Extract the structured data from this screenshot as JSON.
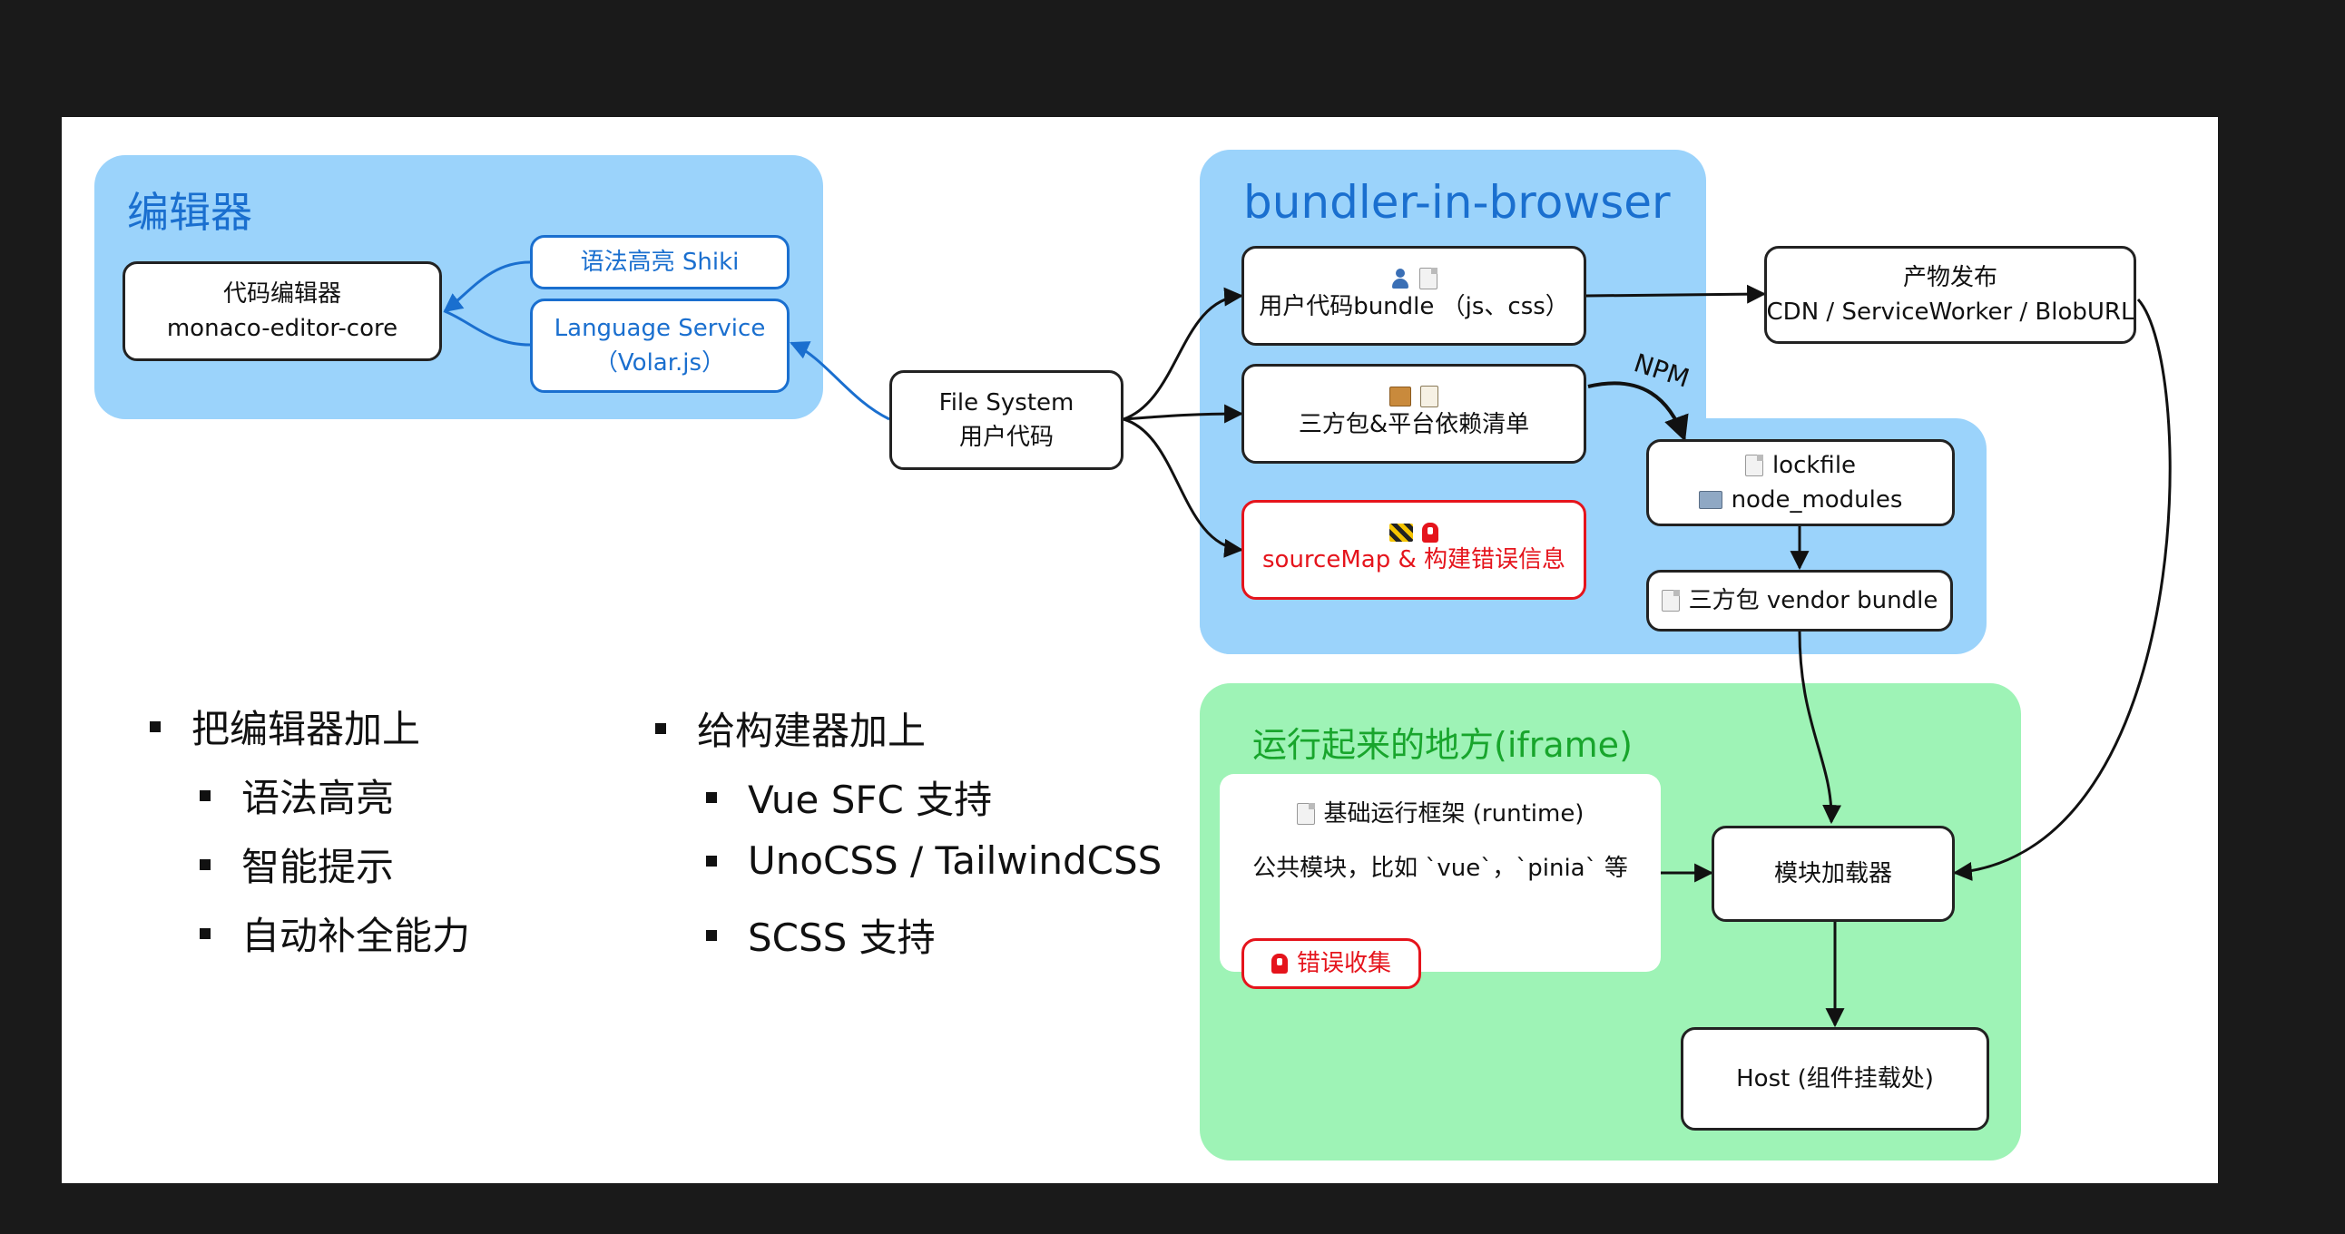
{
  "regions": {
    "editor": {
      "title": "编辑器",
      "color": "#1a6fcf"
    },
    "bundler": {
      "title": "bundler-in-browser",
      "color": "#1a6fcf"
    },
    "runtime": {
      "title": "运行起来的地方(iframe)",
      "color": "#18a52c"
    }
  },
  "nodes": {
    "code_editor": {
      "line1": "代码编辑器",
      "line2": "monaco-editor-core"
    },
    "shiki": {
      "line1": "语法高亮 Shiki"
    },
    "language_service": {
      "line1": "Language Service",
      "line2": "（Volar.js）"
    },
    "file_system": {
      "line1": "File System",
      "line2": "用户代码"
    },
    "user_bundle": {
      "line2": "用户代码bundle （js、css）",
      "icons": [
        "person-icon",
        "file-icon"
      ]
    },
    "third_party": {
      "line2": "三方包&平台依赖清单",
      "icons": [
        "package-icon",
        "clipboard-icon"
      ]
    },
    "sourcemap": {
      "line2": "sourceMap & 构建错误信息",
      "icons": [
        "warning-icon",
        "alarm-icon"
      ]
    },
    "publish": {
      "line1": "产物发布",
      "line2": "CDN / ServiceWorker / BlobURL"
    },
    "lockfile": {
      "line1": "lockfile",
      "line2": "node_modules"
    },
    "vendor_bundle": {
      "line1": "三方包 vendor bundle"
    },
    "runtime_framework": {
      "line1": "基础运行框架 (runtime)",
      "line2": "公共模块，比如 `vue`，`pinia` 等"
    },
    "error_collect": {
      "line1": "错误收集"
    },
    "module_loader": {
      "line1": "模块加载器"
    },
    "host": {
      "line1": "Host (组件挂载处)"
    }
  },
  "edge_labels": {
    "npm": "NPM"
  },
  "left_list": {
    "heading": "把编辑器加上",
    "items": [
      "语法高亮",
      "智能提示",
      "自动补全能力"
    ]
  },
  "right_list": {
    "heading": "给构建器加上",
    "items": [
      "Vue SFC 支持",
      "UnoCSS / TailwindCSS",
      "SCSS 支持"
    ]
  }
}
